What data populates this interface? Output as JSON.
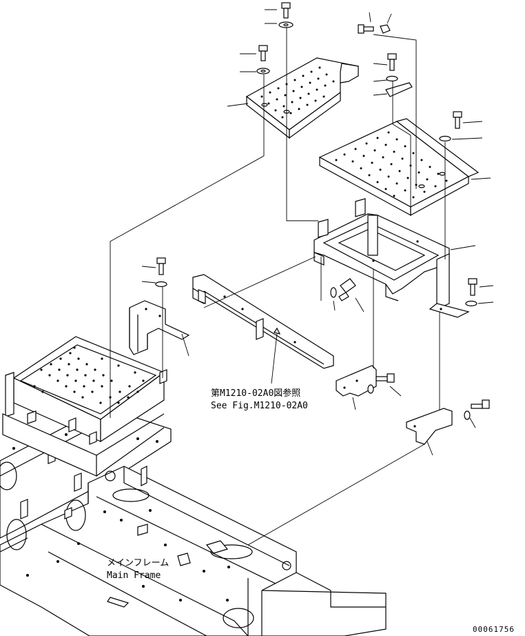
{
  "references": {
    "see_fig_jp": "第M1210-02A0図参照",
    "see_fig_en": "See Fig.M1210-02A0"
  },
  "main_frame": {
    "label_jp": "メインフレーム",
    "label_en": "Main Frame"
  },
  "drawing_number": "00061756",
  "icons": {
    "bolt": "bolt-icon",
    "washer": "washer-icon",
    "nut": "nut-icon"
  }
}
